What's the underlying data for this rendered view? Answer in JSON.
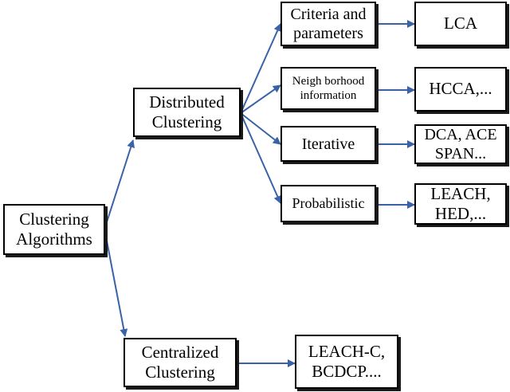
{
  "nodes": {
    "root": "Clustering Algorithms",
    "distributed": "Distributed Clustering",
    "centralized": "Centralized Clustering",
    "criteria": "Criteria and parameters",
    "neighborhood": "Neigh borhood information",
    "iterative": "Iterative",
    "probabilistic": "Probabilistic",
    "lca": "LCA",
    "hcca": "HCCA,...",
    "dca": "DCA, ACE SPAN...",
    "leach": "LEACH, HED,...",
    "leachc": "LEACH-C, BCDCP...."
  },
  "colors": {
    "arrow": "#3a62a7",
    "border": "#000000"
  }
}
